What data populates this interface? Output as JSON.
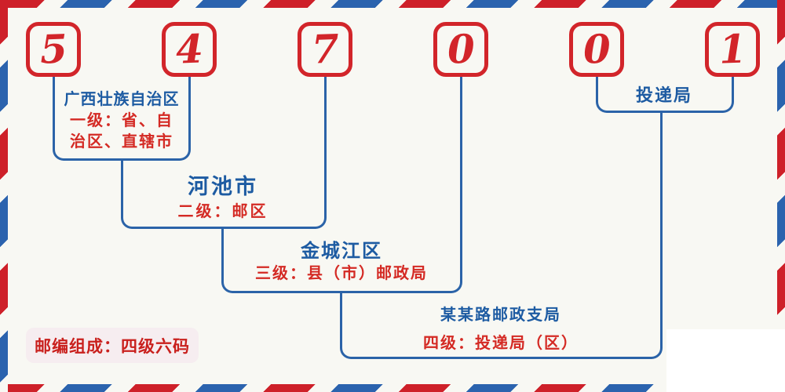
{
  "postal_code": {
    "digits": [
      "5",
      "4",
      "7",
      "0",
      "0",
      "1"
    ]
  },
  "levels": [
    {
      "name": "广西壮族自治区",
      "desc_line1": "一级：省、自",
      "desc_line2": "治区、直辖市"
    },
    {
      "name": "河池市",
      "desc": "二级：邮区"
    },
    {
      "name": "金城江区",
      "desc": "三级：县（市）邮政局"
    },
    {
      "name": "某某路邮政支局",
      "desc": "四级：投递局（区）"
    },
    {
      "name": "投递局"
    }
  ],
  "footer": {
    "badge": "邮编组成：四级六码"
  },
  "colors": {
    "digit_red": "#d2252a",
    "desc_red": "#d42a24",
    "name_blue": "#1d5ba2",
    "line_blue": "#2b63a8",
    "stripe_red": "#ce2029",
    "stripe_blue": "#2b63ae",
    "background": "#f8f8f3",
    "badge_background": "#f6edf0",
    "corner_patch": "#ffffff"
  }
}
